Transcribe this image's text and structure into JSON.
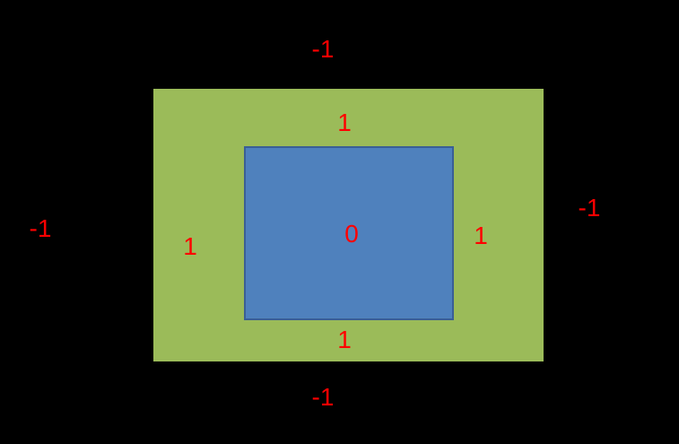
{
  "colors": {
    "background": "#000000",
    "outer_region": "#9bbb59",
    "inner_region": "#4f81bd",
    "inner_border": "#3a5f95",
    "label": "#ff0000"
  },
  "labels": {
    "outside_top": "-1",
    "outside_left": "-1",
    "outside_right": "-1",
    "outside_bottom": "-1",
    "boundary_top": "1",
    "boundary_left": "1",
    "boundary_right": "1",
    "boundary_bottom": "1",
    "inside_center": "0"
  }
}
